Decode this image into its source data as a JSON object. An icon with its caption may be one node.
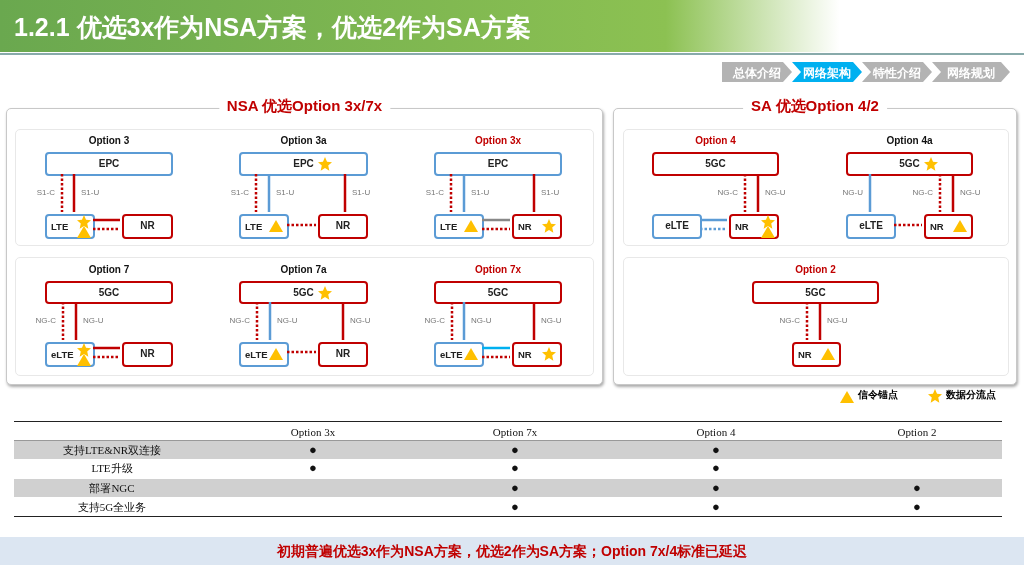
{
  "diagram": {
    "title": "1.2.1 优选3x作为NSA方案，优选2作为SA方案",
    "nodes": [
      {
        "text": [
          "总体介绍"
        ]
      },
      {
        "text": [
          "网络架构"
        ]
      },
      {
        "text": [
          "特性介绍"
        ]
      },
      {
        "text": [
          "网络规划"
        ]
      },
      {
        "text": [
          "NSA 优选Option 3x/7x"
        ]
      },
      {
        "text": [],
        "shape": "box",
        "in": 4
      },
      {
        "text": [],
        "shape": "box",
        "in": 4
      },
      {
        "text": [
          "SA 优选Option 4/2"
        ]
      },
      {
        "text": [],
        "shape": "box",
        "in": 7
      },
      {
        "text": [],
        "shape": "box",
        "in": 7
      },
      {
        "text": [
          "EPC"
        ],
        "beside": [
          "Option 3"
        ],
        "in": 5
      },
      {
        "text": [
          "LTE"
        ],
        "in": 5
      },
      {
        "text": [
          "NR"
        ],
        "in": 5
      },
      {
        "text": [
          "EPC"
        ],
        "beside": [
          "Option 3a"
        ],
        "in": 5
      },
      {
        "text": [
          "LTE"
        ],
        "in": 5
      },
      {
        "text": [
          "NR"
        ],
        "in": 5
      },
      {
        "text": [
          "EPC"
        ],
        "beside": [
          "Option 3x"
        ],
        "in": 5
      },
      {
        "text": [
          "LTE"
        ],
        "in": 5
      },
      {
        "text": [
          "NR"
        ],
        "in": 5
      },
      {
        "text": [
          "5GC"
        ],
        "beside": [
          "Option 7"
        ],
        "in": 6
      },
      {
        "text": [
          "eLTE"
        ],
        "in": 6
      },
      {
        "text": [
          "NR"
        ],
        "in": 6
      },
      {
        "text": [
          "5GC"
        ],
        "beside": [
          "Option 7a"
        ],
        "in": 6
      },
      {
        "text": [
          "eLTE"
        ],
        "in": 6
      },
      {
        "text": [
          "NR"
        ],
        "in": 6
      },
      {
        "text": [
          "5GC"
        ],
        "beside": [
          "Option 7x"
        ],
        "in": 6
      },
      {
        "text": [
          "eLTE"
        ],
        "in": 6
      },
      {
        "text": [
          "NR"
        ],
        "in": 6
      },
      {
        "text": [
          "5GC"
        ],
        "beside": [
          "Option 4"
        ],
        "in": 8
      },
      {
        "text": [
          "eLTE"
        ],
        "in": 8
      },
      {
        "text": [
          "NR"
        ],
        "in": 8
      },
      {
        "text": [
          "5GC"
        ],
        "beside": [
          "Option 4a"
        ],
        "in": 8
      },
      {
        "text": [
          "eLTE"
        ],
        "in": 8
      },
      {
        "text": [
          "NR"
        ],
        "in": 8
      },
      {
        "text": [
          "5GC"
        ],
        "beside": [
          "Option 2"
        ],
        "in": 9
      },
      {
        "text": [
          "NR"
        ],
        "in": 9
      },
      {
        "text": [
          "初期普遍优选3x作为NSA方案，优选2作为SA方案；Option 7x/4标准已延迟"
        ]
      }
    ],
    "edges": [
      {
        "from": 10,
        "to": 11,
        "arrow": "none",
        "label": "S1-C",
        "style": "dashed"
      },
      {
        "from": 10,
        "to": 11,
        "arrow": "none",
        "label": "S1-U"
      },
      {
        "from": 11,
        "to": 12,
        "arrow": "none"
      },
      {
        "from": 11,
        "to": 12,
        "arrow": "none",
        "style": "dashed"
      },
      {
        "from": 13,
        "to": 14,
        "arrow": "none",
        "label": "S1-C",
        "style": "dashed"
      },
      {
        "from": 13,
        "to": 14,
        "arrow": "none",
        "label": "S1-U",
        "color": "#5b9bd5"
      },
      {
        "from": 13,
        "to": 15,
        "arrow": "none",
        "label": "S1-U"
      },
      {
        "from": 14,
        "to": 15,
        "arrow": "none",
        "style": "dashed"
      },
      {
        "from": 16,
        "to": 17,
        "arrow": "none",
        "label": "S1-C",
        "style": "dashed"
      },
      {
        "from": 16,
        "to": 17,
        "arrow": "none",
        "label": "S1-U",
        "color": "#5b9bd5"
      },
      {
        "from": 16,
        "to": 18,
        "arrow": "none",
        "label": "S1-U"
      },
      {
        "from": 17,
        "to": 18,
        "arrow": "none",
        "color": "#888888"
      },
      {
        "from": 17,
        "to": 18,
        "arrow": "none",
        "style": "dashed"
      },
      {
        "from": 19,
        "to": 20,
        "arrow": "none",
        "label": "NG-C",
        "style": "dashed"
      },
      {
        "from": 19,
        "to": 20,
        "arrow": "none",
        "label": "NG-U"
      },
      {
        "from": 20,
        "to": 21,
        "arrow": "none"
      },
      {
        "from": 20,
        "to": 21,
        "arrow": "none",
        "style": "dashed"
      },
      {
        "from": 22,
        "to": 23,
        "arrow": "none",
        "label": "NG-C",
        "style": "dashed"
      },
      {
        "from": 22,
        "to": 23,
        "arrow": "none",
        "label": "NG-U",
        "color": "#5b9bd5"
      },
      {
        "from": 22,
        "to": 24,
        "arrow": "none",
        "label": "NG-U"
      },
      {
        "from": 23,
        "to": 24,
        "arrow": "none",
        "style": "dashed"
      },
      {
        "from": 25,
        "to": 26,
        "arrow": "none",
        "label": "NG-C",
        "style": "dashed"
      },
      {
        "from": 25,
        "to": 26,
        "arrow": "none",
        "label": "NG-U",
        "color": "#5b9bd5"
      },
      {
        "from": 25,
        "to": 27,
        "arrow": "none",
        "label": "NG-U"
      },
      {
        "from": 26,
        "to": 27,
        "arrow": "none",
        "color": "#00b0f0"
      },
      {
        "from": 26,
        "to": 27,
        "arrow": "none",
        "style": "dashed"
      },
      {
        "from": 28,
        "to": 30,
        "arrow": "none",
        "label": "NG-C",
        "style": "dashed"
      },
      {
        "from": 28,
        "to": 30,
        "arrow": "none",
        "label": "NG-U"
      },
      {
        "from": 29,
        "to": 30,
        "arrow": "none",
        "color": "#5b9bd5"
      },
      {
        "from": 29,
        "to": 30,
        "arrow": "none",
        "style": "dashed",
        "color": "#5b9bd5"
      },
      {
        "from": 31,
        "to": 32,
        "arrow": "none",
        "label": "NG-U",
        "color": "#5b9bd5"
      },
      {
        "from": 31,
        "to": 33,
        "arrow": "none",
        "label": "NG-C",
        "style": "dashed"
      },
      {
        "from": 31,
        "to": 33,
        "arrow": "none",
        "label": "NG-U"
      },
      {
        "from": 32,
        "to": 33,
        "arrow": "none",
        "style": "dashed"
      },
      {
        "from": 34,
        "to": 35,
        "arrow": "none",
        "label": "NG-C",
        "style": "dashed"
      },
      {
        "from": 34,
        "to": 35,
        "arrow": "none",
        "label": "NG-U"
      }
    ],
    "labels": [
      "Option 3x",
      "Option 7x",
      "Option 4",
      "Option 2",
      "支持LTE&NR双连接",
      "●",
      "●",
      "●",
      "LTE升级",
      "●",
      "●",
      "●",
      "部署NGC",
      "●",
      "●",
      "●",
      "支持5G全业务",
      "●",
      "●",
      "●"
    ],
    "legend": [
      {
        "text": "信令锚点"
      },
      {
        "text": "数据分流点"
      }
    ]
  }
}
